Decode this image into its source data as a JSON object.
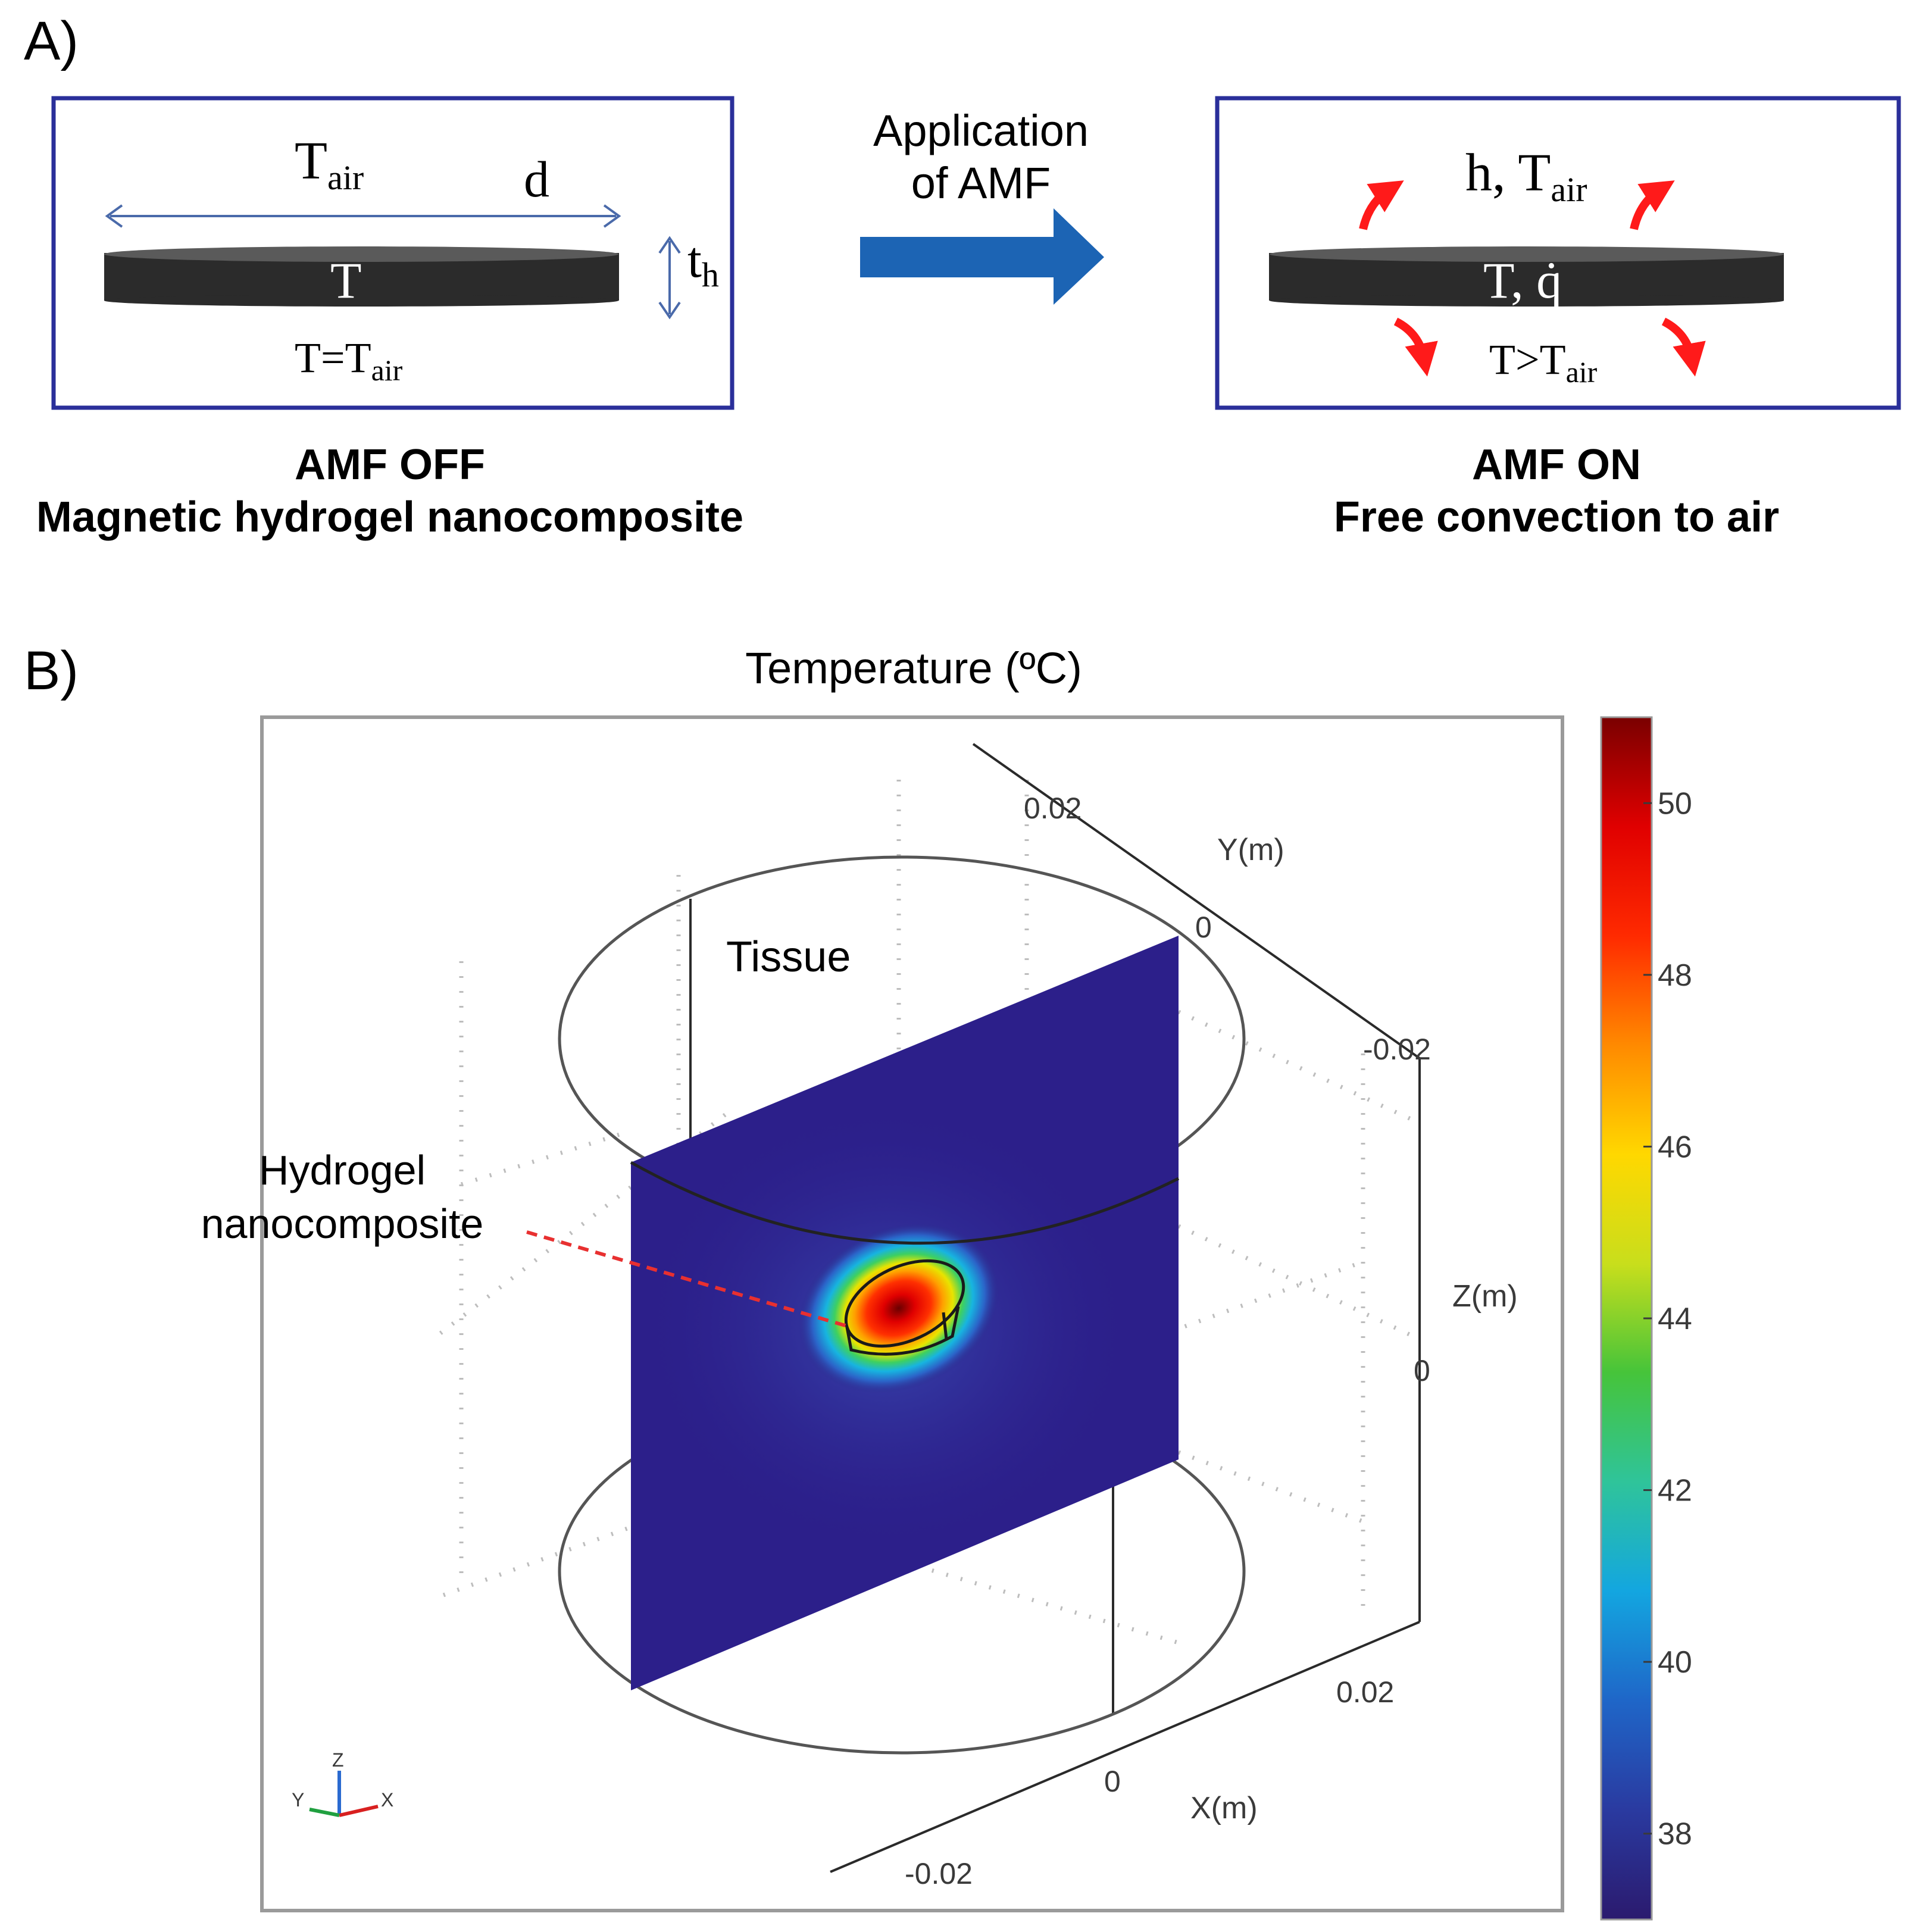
{
  "panel_a": {
    "label": "A)",
    "left_box": {
      "t_air_base": "T",
      "t_air_sub": "air",
      "d_label": "d",
      "disc_label": "T",
      "th_base": "t",
      "th_sub": "h",
      "eq_prefix": "T=T",
      "eq_sub": "air",
      "caption_line1": "AMF OFF",
      "caption_line2": "Magnetic hydrogel nanocomposite"
    },
    "arrow": {
      "line1": "Application",
      "line2": "of AMF"
    },
    "right_box": {
      "h_prefix": "h, T",
      "h_sub": "air",
      "disc_label": "T, q̇",
      "ineq_prefix": "T>T",
      "ineq_sub": "air",
      "caption_line1": "AMF ON",
      "caption_line2": "Free convection to air"
    }
  },
  "panel_b": {
    "label": "B)",
    "title": "Temperature (ºC)",
    "tissue_label": "Tissue",
    "hydrogel_line1": "Hydrogel",
    "hydrogel_line2": "nanocomposite",
    "axes": {
      "y_label": "Y(m)",
      "y_ticks": [
        "0.02",
        "0",
        "-0.02"
      ],
      "z_label": "Z(m)",
      "z_ticks": [
        "0"
      ],
      "x_label": "X(m)",
      "x_ticks": [
        "0.02",
        "0",
        "-0.02"
      ]
    },
    "triad": {
      "y": "Y",
      "z": "Z",
      "x": "X"
    },
    "colorbar": {
      "ticks": [
        "50",
        "48",
        "46",
        "44",
        "42",
        "40",
        "38"
      ],
      "range": [
        37,
        51
      ],
      "stops": [
        "#2b1a6e",
        "#2a3aa0",
        "#1f66c8",
        "#13a6e0",
        "#2fc49a",
        "#46c43a",
        "#c8de1c",
        "#ffd800",
        "#ff8a00",
        "#ff2a00",
        "#e00000",
        "#7a0000"
      ]
    }
  }
}
